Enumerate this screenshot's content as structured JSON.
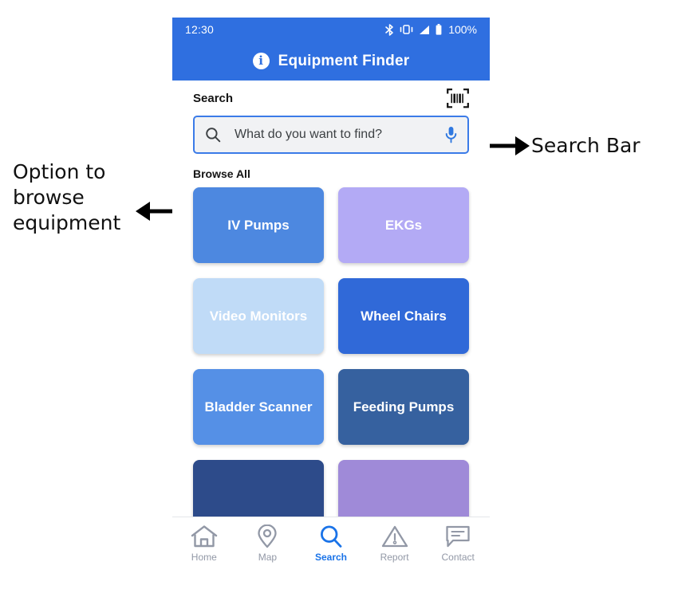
{
  "annotations": [
    {
      "id": "search-bar",
      "text": "Search Bar"
    },
    {
      "id": "browse",
      "text": "Option to\nbrowse\nequipment"
    }
  ],
  "phone": {
    "status_bar": {
      "time": "12:30",
      "battery_percent": "100%",
      "icons": [
        "bluetooth-icon",
        "vibrate-icon",
        "signal-icon",
        "battery-icon"
      ]
    },
    "app_bar": {
      "title": "Equipment Finder",
      "info_icon": "info-icon",
      "info_glyph": "i",
      "background": "#2f6fe0"
    },
    "search_section": {
      "label": "Search",
      "barcode_icon": "barcode-scan-icon",
      "input_value": "",
      "placeholder": "What do you want to find?",
      "search_icon": "search-icon",
      "mic_icon": "microphone-icon",
      "border_color": "#3b7be8",
      "field_background": "#f1f2f4"
    },
    "browse_section": {
      "label": "Browse All",
      "tiles": [
        {
          "label": "IV Pumps",
          "color": "#4d88e0"
        },
        {
          "label": "EKGs",
          "color": "#b3aaf5"
        },
        {
          "label": "Video Monitors",
          "color": "#c0dbf7"
        },
        {
          "label": "Wheel Chairs",
          "color": "#3069d8"
        },
        {
          "label": "Bladder Scanner",
          "color": "#5590e6"
        },
        {
          "label": "Feeding Pumps",
          "color": "#36619f"
        },
        {
          "label": "",
          "color": "#2d4b8a"
        },
        {
          "label": "",
          "color": "#9f8ad8"
        }
      ]
    },
    "bottom_nav": {
      "active": "Search",
      "active_color": "#1a73e8",
      "inactive_color": "#9298a6",
      "items": [
        {
          "label": "Home",
          "icon": "home-icon"
        },
        {
          "label": "Map",
          "icon": "map-pin-icon"
        },
        {
          "label": "Search",
          "icon": "search-icon"
        },
        {
          "label": "Report",
          "icon": "warning-triangle-icon"
        },
        {
          "label": "Contact",
          "icon": "speech-bubble-icon"
        }
      ]
    }
  }
}
